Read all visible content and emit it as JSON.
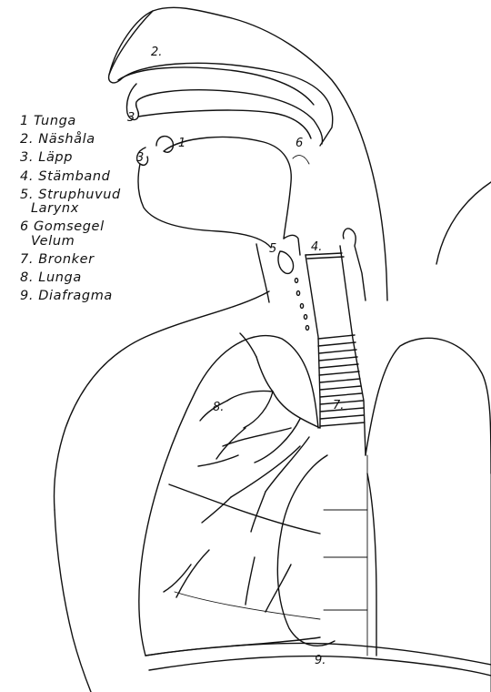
{
  "legend": [
    {
      "num": "1",
      "label": "Tunga",
      "sub": ""
    },
    {
      "num": "2.",
      "label": "Näshåla",
      "sub": ""
    },
    {
      "num": "3.",
      "label": "Läpp",
      "sub": ""
    },
    {
      "num": "4.",
      "label": "Stämband",
      "sub": ""
    },
    {
      "num": "5.",
      "label": "Struphuvud",
      "sub": "Larynx"
    },
    {
      "num": "6",
      "label": "Gomsegel",
      "sub": "Velum"
    },
    {
      "num": "7.",
      "label": "Bronker",
      "sub": ""
    },
    {
      "num": "8.",
      "label": "Lunga",
      "sub": ""
    },
    {
      "num": "9.",
      "label": "Diafragma",
      "sub": ""
    }
  ],
  "markers": {
    "tongue": "1",
    "nasal_cavity": "2.",
    "lip_upper": "3",
    "lip_lower": "3",
    "vocal_cords": "4.",
    "larynx": "5",
    "velum": "6",
    "bronchi": "7.",
    "lung": "8.",
    "diaphragm": "9."
  }
}
